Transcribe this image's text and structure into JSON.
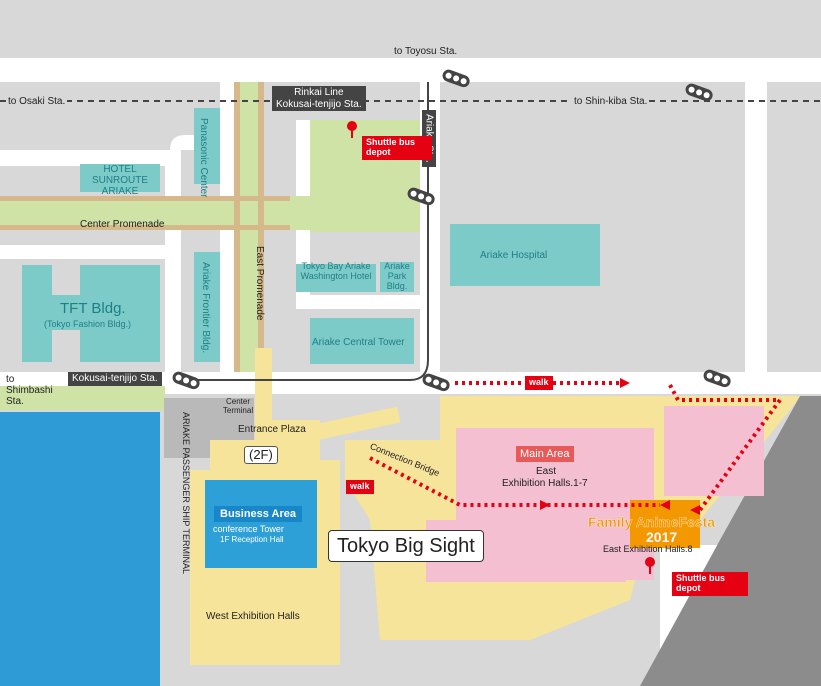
{
  "stations": {
    "to_toyosu": "to Toyosu Sta.",
    "to_osaki": "to Osaki Sta.",
    "to_shinkiba": "to Shin-kiba Sta.",
    "to_shimbashi": "to Shimbashi Sta.",
    "rinkai_line": "Rinkai Line",
    "kokusai_tenjijo_top": "Kokusai-tenjijo Sta.",
    "ariake_sta": "Ariake Sta.",
    "kokusai_tenjijo_left": "Kokusai-tenjijo Sta."
  },
  "buildings": {
    "hotel_sunroute": "HOTEL SUNROUTE ARIAKE",
    "panasonic_center": "Panasonic Center",
    "center_promenade": "Center Promenade",
    "east_promenade": "East Promenade",
    "tft_bldg": "TFT Bldg.",
    "tft_sub": "(Tokyo Fashion Bldg.)",
    "ariake_frontier": "Ariake Frontier Bldg.",
    "tokyo_bay_ariake": "Tokyo Bay Ariake Washington Hotel",
    "ariake_park": "Ariake Park Bldg.",
    "ariake_hospital": "Ariake Hospital",
    "ariake_central_tower": "Ariake Central Tower",
    "ship_terminal": "ARIAKE PASSENGER SHIP TERMINAL",
    "center_terminal": "Center Terminal"
  },
  "venue": {
    "entrance_plaza": "Entrance Plaza",
    "entrance_2f": "(2F)",
    "connection_bridge": "Connection Bridge",
    "tokyo_big_sight": "Tokyo Big Sight",
    "business_area": "Business Area",
    "business_sub1": "conference Tower",
    "business_sub2": "1F Reception Hall",
    "west_halls": "West Exhibition Halls",
    "main_area": "Main Area",
    "east_halls_1": "East",
    "east_halls_2": "Exhibition Halls.1-7",
    "family_anime_1": "Family AnimeFesta",
    "family_anime_2": "2017",
    "east_hall_8": "East Exhibition Halls.8"
  },
  "markers": {
    "walk_top": "walk",
    "walk_left": "walk",
    "shuttle_top": "Shuttle bus depot",
    "shuttle_bottom": "Shuttle bus depot"
  },
  "colors": {
    "background": "#d8d8d8",
    "road": "#ffffff",
    "park": "#cfe3a6",
    "water": "#2e9bd6",
    "building_teal": "#7dcbc9",
    "venue_yellow": "#f7e49b",
    "main_pink": "#f3bfd1",
    "accent_red": "#e50012",
    "orange": "#f39800",
    "business_blue": "#2ea0d8"
  }
}
